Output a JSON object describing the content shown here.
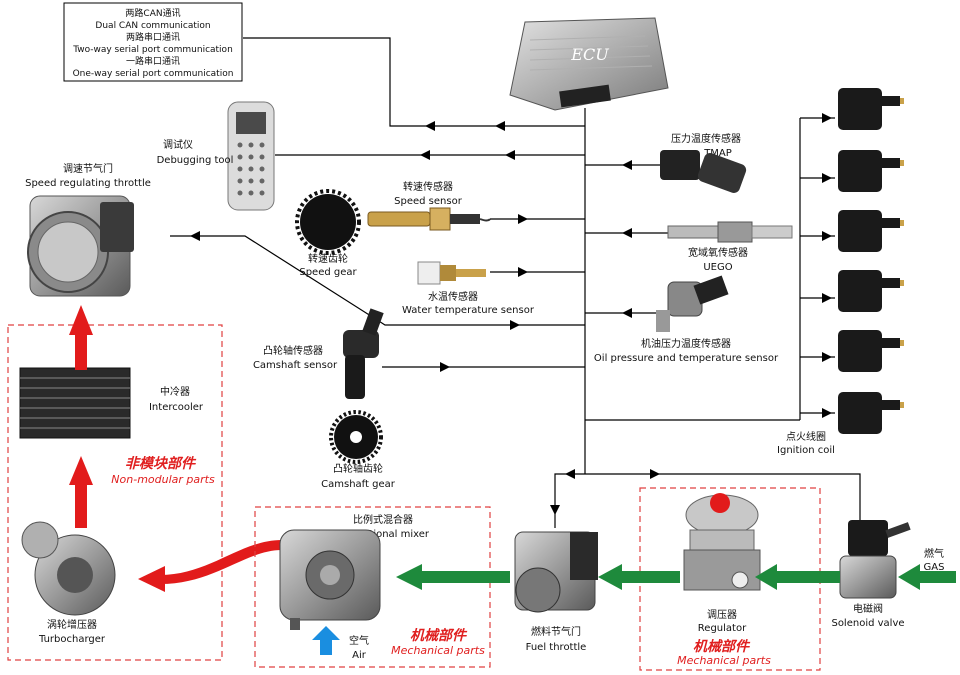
{
  "comm_box": {
    "line1_cn": "两路CAN通讯",
    "line1_en": "Dual CAN communication",
    "line2_cn": "两路串口通讯",
    "line2_en": "Two-way serial port communication",
    "line3_cn": "一路串口通讯",
    "line3_en": "One-way serial port communication"
  },
  "ecu": {
    "label": "ECU"
  },
  "debug_tool": {
    "cn": "调试仪",
    "en": "Debugging tool"
  },
  "throttle": {
    "cn": "调速节气门",
    "en": "Speed regulating throttle"
  },
  "speed_sensor": {
    "cn": "转速传感器",
    "en": "Speed sensor"
  },
  "speed_gear": {
    "cn": "转速齿轮",
    "en": "Speed gear"
  },
  "water_sensor": {
    "cn": "水温传感器",
    "en": "Water temperature sensor"
  },
  "camshaft_sensor": {
    "cn": "凸轮轴传感器",
    "en": "Camshaft sensor"
  },
  "camshaft_gear": {
    "cn": "凸轮轴齿轮",
    "en": "Camshaft gear"
  },
  "tmap": {
    "cn": "压力温度传感器",
    "en": "TMAP"
  },
  "uego": {
    "cn": "宽域氧传感器",
    "en": "UEGO"
  },
  "oil_sensor": {
    "cn": "机油压力温度传感器",
    "en": "Oil pressure and temperature sensor"
  },
  "ignition": {
    "cn": "点火线圈",
    "en": "Ignition coil"
  },
  "intercooler": {
    "cn": "中冷器",
    "en": "Intercooler"
  },
  "non_modular": {
    "cn": "非模块部件",
    "en": "Non-modular parts"
  },
  "turbo": {
    "cn": "涡轮增压器",
    "en": "Turbocharger"
  },
  "mixer": {
    "cn": "比例式混合器",
    "en": "Proportional mixer"
  },
  "air": {
    "cn": "空气",
    "en": "Air"
  },
  "mechanical_1": {
    "cn": "机械部件",
    "en": "Mechanical parts"
  },
  "fuel_throttle": {
    "cn": "燃料节气门",
    "en": "Fuel throttle"
  },
  "regulator": {
    "cn": "调压器",
    "en": "Regulator"
  },
  "mechanical_2": {
    "cn": "机械部件",
    "en": "Mechanical parts"
  },
  "solenoid": {
    "cn": "电磁阀",
    "en": "Solenoid valve"
  },
  "gas": {
    "cn": "燃气",
    "en": "GAS"
  },
  "colors": {
    "flow_red": "#e21b1b",
    "flow_green": "#1e8a3c",
    "air_blue": "#1a8ee0",
    "dash_red": "#e04040"
  }
}
